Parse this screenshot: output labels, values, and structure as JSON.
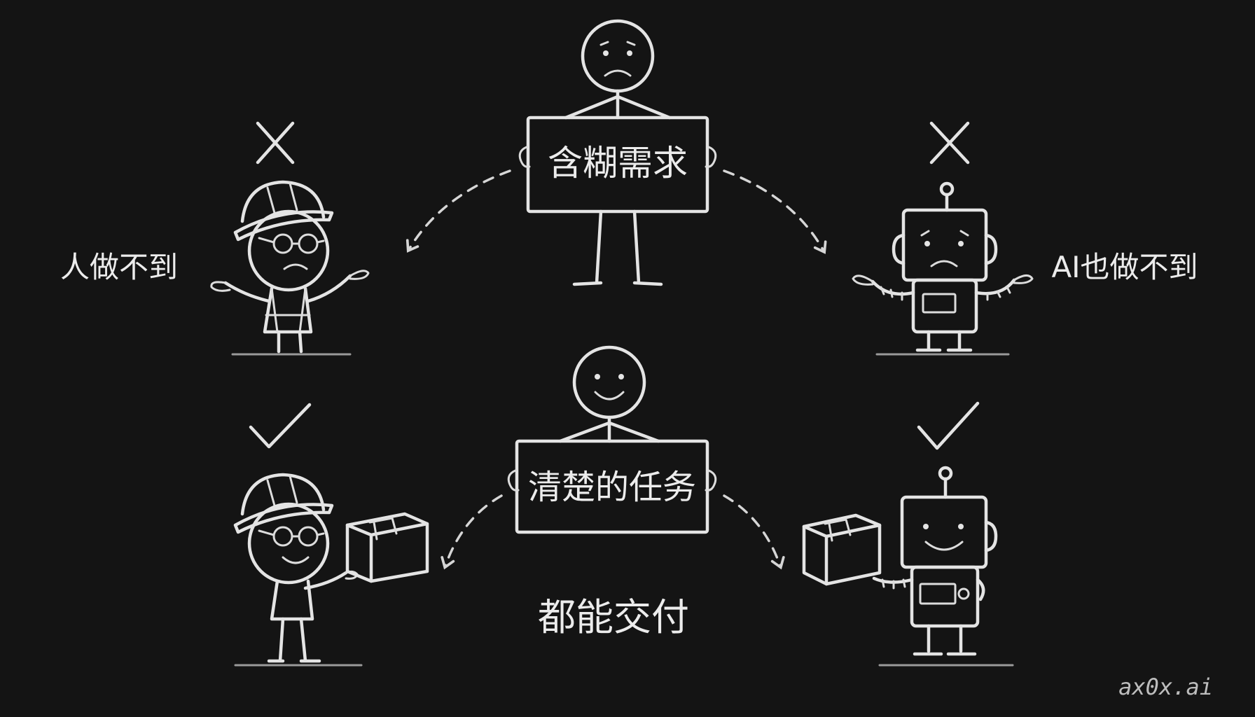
{
  "center_top": {
    "sign_text": "含糊需求",
    "mood": "sad"
  },
  "center_bottom": {
    "sign_text": "清楚的任务",
    "mood": "happy"
  },
  "labels": {
    "human_fail": "人做不到",
    "ai_fail": "AI也做不到",
    "both_deliver": "都能交付"
  },
  "watermark": "ax0x.ai",
  "marks": {
    "fail_icon": "cross-icon",
    "success_icon": "check-icon"
  },
  "colors": {
    "board": "#141414",
    "chalk": "#e4e4e4"
  }
}
